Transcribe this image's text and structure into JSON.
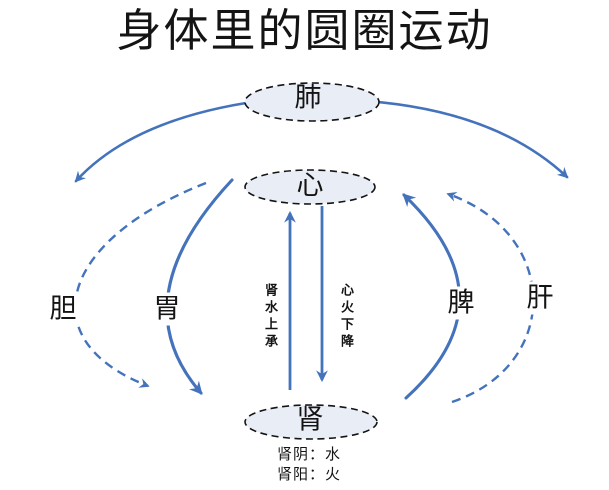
{
  "title": "身体里的圆圈运动",
  "colors": {
    "arrow": "#4473BC",
    "node_fill": "#E9EDF6",
    "node_border": "#141414",
    "text": "#141414",
    "background": "#FFFFFF"
  },
  "nodes": {
    "lung": "肺",
    "heart": "心",
    "kidney": "肾"
  },
  "organs": {
    "gallbladder": "胆",
    "stomach": "胃",
    "spleen": "脾",
    "liver": "肝"
  },
  "flows": {
    "kidney_water_up": "肾水上承",
    "heart_fire_down": "心火下降"
  },
  "legend": {
    "line1": "肾阴：水",
    "line2": "肾阳：火"
  },
  "edges": [
    {
      "from": "肺",
      "to": "left-side",
      "style": "solid-curve"
    },
    {
      "from": "肺",
      "to": "right-side",
      "style": "solid-curve"
    },
    {
      "from": "心",
      "via": "胆",
      "to": "肾",
      "style": "dashed-curve"
    },
    {
      "from": "心",
      "via": "胃",
      "to": "肾",
      "style": "solid-curve"
    },
    {
      "from": "肾",
      "via": "脾",
      "to": "心",
      "style": "solid-curve"
    },
    {
      "from": "肾",
      "via": "肝",
      "to": "心",
      "style": "dashed-curve"
    },
    {
      "from": "肾",
      "to": "心",
      "label": "肾水上承",
      "style": "straight-up"
    },
    {
      "from": "心",
      "to": "肾",
      "label": "心火下降",
      "style": "straight-down"
    }
  ]
}
